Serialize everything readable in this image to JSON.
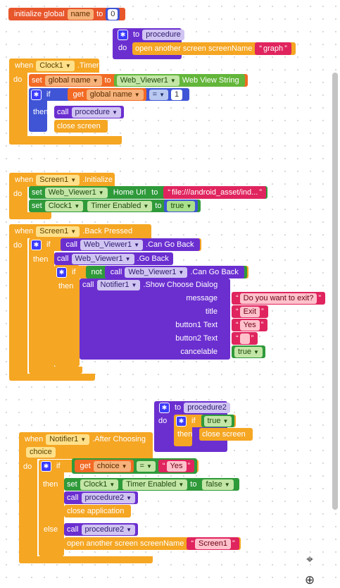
{
  "global_var": {
    "kw_initialize": "initialize global",
    "name": "name",
    "kw_to": "to",
    "value": "0"
  },
  "proc1": {
    "kw_to": "to",
    "name": "procedure",
    "kw_do": "do",
    "action": "open another screen  screenName",
    "screen_name": "graph"
  },
  "timer": {
    "kw_when": "when",
    "component": "Clock1",
    "event": ".Timer",
    "kw_do": "do",
    "kw_set": "set",
    "var": "global name",
    "kw_to": "to",
    "viewer": "Web_Viewer1",
    "prop": "Web View String",
    "kw_if": "if",
    "kw_get": "get",
    "get_var": "global name",
    "op": "=",
    "num": "1",
    "kw_then": "then",
    "kw_call": "call",
    "call_proc": "procedure",
    "close": "close screen"
  },
  "init": {
    "kw_when": "when",
    "component": "Screen1",
    "event": ".Initialize",
    "kw_do": "do",
    "kw_set": "set",
    "viewer": "Web_Viewer1",
    "prop": "Home Url",
    "kw_to": "to",
    "url": "file:///android_asset/ind...",
    "clock": "Clock1",
    "clock_prop": "Timer Enabled",
    "val_true": "true"
  },
  "back": {
    "kw_when": "when",
    "component": "Screen1",
    "event": ".Back Pressed",
    "kw_do": "do",
    "kw_if": "if",
    "kw_call": "call",
    "viewer": "Web_Viewer1",
    "go_back_q": ".Can Go Back",
    "kw_then": "then",
    "go_back": ".Go Back",
    "kw_not": "not",
    "notifier": "Notifier1",
    "dialog": ".Show Choose Dialog",
    "l_message": "message",
    "message": "Do you want to exit?",
    "l_title": "title",
    "title": "Exit",
    "l_b1": "button1 Text",
    "b1": "Yes",
    "l_b2": "button2 Text",
    "b2": " ",
    "l_cancelable": "cancelable",
    "cancelable": "true"
  },
  "proc2": {
    "kw_to": "to",
    "name": "procedure2",
    "kw_do": "do",
    "kw_if": "if",
    "cond": "true",
    "kw_then": "then",
    "close": "close screen"
  },
  "after": {
    "kw_when": "when",
    "component": "Notifier1",
    "event": ".After Choosing",
    "param": "choice",
    "kw_do": "do",
    "kw_if": "if",
    "kw_get": "get",
    "get_var": "choice",
    "op": "=",
    "yes": "Yes",
    "kw_then": "then",
    "kw_set": "set",
    "clock": "Clock1",
    "clock_prop": "Timer Enabled",
    "kw_to": "to",
    "val_false": "false",
    "kw_call": "call",
    "call_proc": "procedure2",
    "close_app": "close application",
    "kw_else": "else",
    "open": "open another screen  screenName",
    "screen1": "Screen1"
  },
  "tools": {
    "locate_icon": "crosshair-icon",
    "zoom_icon": "zoom-in-icon",
    "locate_glyph": "⌖",
    "zoom_glyph": "⊕"
  }
}
